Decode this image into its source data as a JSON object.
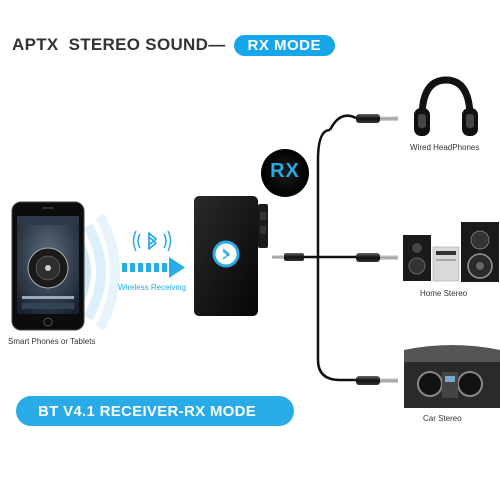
{
  "header": {
    "title": "APTX  STEREO SOUND—",
    "mode_pill": "RX MODE"
  },
  "receiver_badge": "RX",
  "labels": {
    "wireless": "Wireless Receiving",
    "phone": "Smart Phones or Tablets",
    "headphones": "Wired HeadPhones",
    "home_stereo": "Home Stereo",
    "car_stereo": "Car Stereo"
  },
  "footer_banner": "BT V4.1 RECEIVER-RX MODE",
  "colors": {
    "accent": "#29abe7",
    "device": "#111111",
    "text": "#333333"
  },
  "icons": [
    "bluetooth-icon",
    "arrow-right-icon",
    "audio-plug-icon",
    "headphones-icon",
    "speaker-icon",
    "car-dashboard-icon",
    "smartphone-icon"
  ]
}
